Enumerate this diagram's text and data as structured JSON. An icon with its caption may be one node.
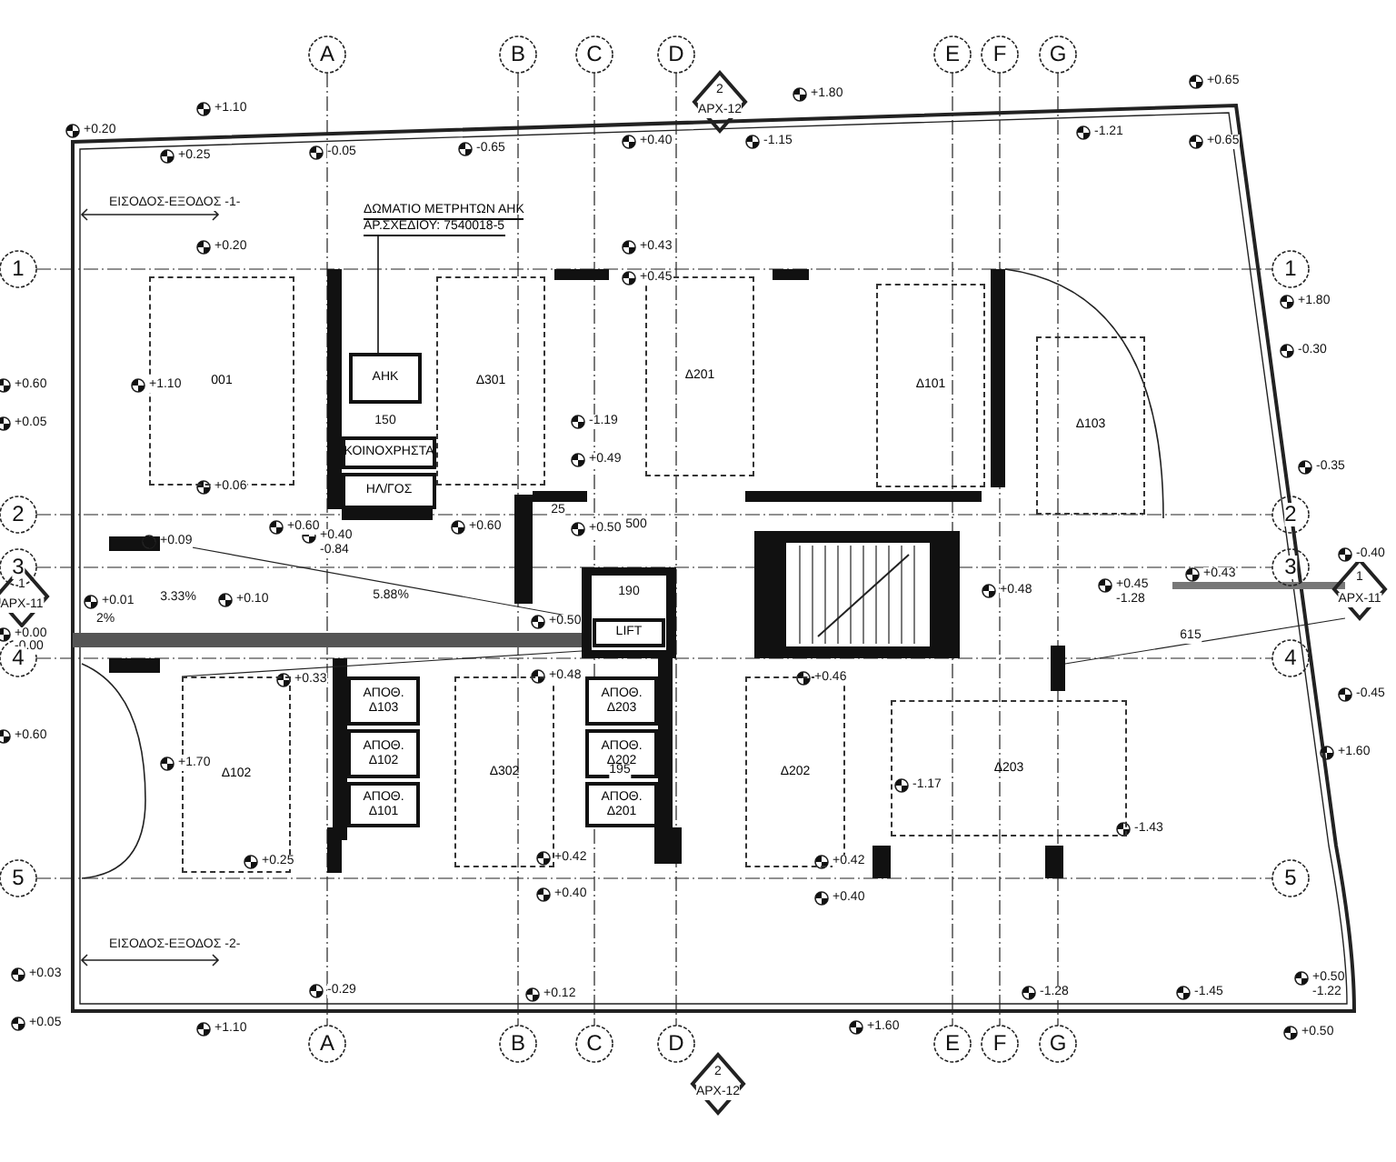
{
  "diagram": {
    "nodes": [
      {
        "text": [
          "ΑΗΚ"
        ]
      },
      {
        "text": [
          "ΚΟΙΝΟΧΡΗΣΤΑ"
        ]
      },
      {
        "text": [
          "ΗΛ/ΓΟΣ"
        ]
      },
      {
        "text": [
          "LIFT"
        ]
      },
      {
        "text": [
          "ΑΠΟΘ. Δ103"
        ]
      },
      {
        "text": [
          "ΑΠΟΘ. Δ102"
        ]
      },
      {
        "text": [
          "ΑΠΟΘ. Δ101"
        ]
      },
      {
        "text": [
          "ΑΠΟΘ. Δ203"
        ]
      },
      {
        "text": [
          "ΑΠΟΘ. Δ202"
        ]
      },
      {
        "text": [
          "ΑΠΟΘ. Δ201"
        ]
      },
      {
        "text": [
          "001"
        ]
      },
      {
        "text": [
          "Δ301"
        ]
      },
      {
        "text": [
          "Δ201"
        ]
      },
      {
        "text": [
          "Δ101"
        ]
      },
      {
        "text": [
          "Δ103"
        ]
      },
      {
        "text": [
          "Δ102"
        ]
      },
      {
        "text": [
          "Δ302"
        ]
      },
      {
        "text": [
          "Δ202"
        ]
      },
      {
        "text": [
          "Δ203"
        ]
      },
      {
        "text": [
          "ΔΩΜΑΤΙΟ ΜΕΤΡΗΤΩΝ ΑΗΚ",
          "ΑΡ.ΣΧΕΔΙΟΥ: 7540018-5"
        ]
      }
    ],
    "edges": [
      {
        "from": 19,
        "to": 0,
        "arrow": "none"
      }
    ],
    "labels": [
      "A",
      "B",
      "C",
      "D",
      "E",
      "F",
      "G",
      "2",
      "ΑΡΧ-12",
      "ΕΙΣΟΔΟΣ-ΕΞΟΔΟΣ -1-",
      "+0.20",
      "+1.10",
      "+0.25",
      "-0.05",
      "-0.65",
      "+0.40",
      "+1.80",
      "-1.15",
      "+0.65",
      "-1.21",
      "+0.65",
      "+0.20",
      "+0.43",
      "+0.45",
      "1",
      "1",
      "+1.80",
      "-0.30",
      "+0.60",
      "+1.10",
      "+0.05",
      "150",
      "-1.19",
      "+0.49",
      "-0.35",
      "+0.06",
      "2",
      "25",
      "500",
      "2",
      "+0.09",
      "+0.60",
      "+0.40",
      "-0.84",
      "+0.60",
      "+0.50",
      "3",
      "3",
      "-0.40",
      "+0.43",
      "1",
      "ΑΡΧ-11",
      "+0.01",
      "3.33%",
      "+0.10",
      "5.88%",
      "190",
      "2%",
      "+0.48",
      "+0.45",
      "-1.28",
      "1",
      "ΑΡΧ-11",
      "+0.00",
      "-0.00",
      "+0.50",
      "4",
      "4",
      "615",
      "+0.33",
      "+0.48",
      "+0.46",
      "-0.45",
      "+0.60",
      "+1.70",
      "+1.60",
      "195",
      "-1.17",
      "-1.43",
      "+0.25",
      "+0.42",
      "+0.42",
      "5",
      "5",
      "+0.40",
      "+0.40",
      "ΕΙΣΟΔΟΣ-ΕΞΟΔΟΣ -2-",
      "+0.03",
      "-0.29",
      "+0.12",
      "-1.28",
      "-1.45",
      "+0.50",
      "-1.22",
      "+0.05",
      "+1.10",
      "+1.60",
      "+0.50",
      "A",
      "B",
      "C",
      "D",
      "E",
      "F",
      "G",
      "2",
      "ΑΡΧ-12"
    ]
  }
}
